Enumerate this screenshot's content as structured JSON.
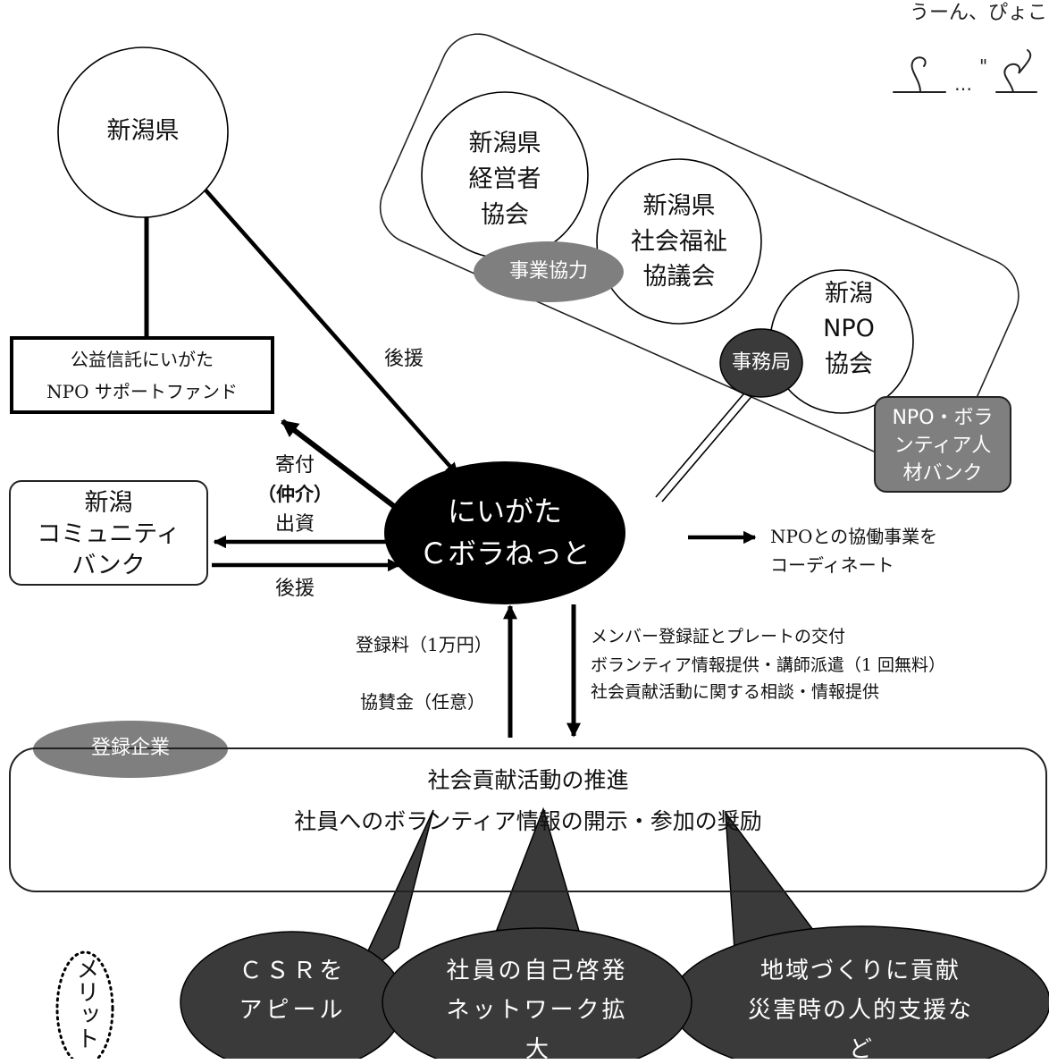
{
  "doodle": {
    "text": "うーん、ぴょこ",
    "dots": "…",
    "marks": "\""
  },
  "nodes": {
    "niigata_pref": "新潟県",
    "keieisha": [
      "新潟県",
      "経営者",
      "協会"
    ],
    "shakyo": [
      "新潟県",
      "社会福祉",
      "協議会"
    ],
    "npo_kyokai": [
      "新潟",
      "NPO",
      "協会"
    ],
    "jigyo_kyoryoku": "事業協力",
    "jimukyoku": "事務局",
    "jinzai_bank": [
      "NPO・ボラ",
      "ンティア人",
      "材バンク"
    ],
    "fund": [
      "公益信託にいがた",
      "NPO サポートファンド"
    ],
    "community_bank": [
      "新潟",
      "コミュニティ",
      "バンク"
    ],
    "center": [
      "にいがた",
      "Ｃボラねっと"
    ],
    "kigyo_tag": "登録企業",
    "kigyo_lines": [
      "社会貢献活動の推進",
      "社員へのボランティア情報の開示・参加の奨励"
    ]
  },
  "labels": {
    "kouen_pref": "後援",
    "kifu": "寄付",
    "chukai": "（仲介）",
    "shusshi": "出資",
    "kouen_bank": "後援",
    "npo_kyodo": [
      "NPOとの協働事業を",
      "コーディネート"
    ],
    "toroku_ryo": "登録料（1万円）",
    "kyosan_kin": "協賛金（任意）",
    "services": [
      "メンバー登録証とプレートの交付",
      "ボランティア情報提供・講師派遣（1 回無料）",
      "社会貢献活動に関する相談・情報提供"
    ]
  },
  "merit": {
    "label": "メリット",
    "bubbles": [
      [
        "ＣＳＲを",
        "アピール"
      ],
      [
        "社員の自己啓発",
        "ネットワーク拡",
        "大"
      ],
      [
        "地域づくりに貢献",
        "災害時の人的支援な",
        "ど"
      ]
    ]
  },
  "colors": {
    "black": "#000000",
    "dark_bubble": "#3a3a3a",
    "grey_tag": "#7f7f7f",
    "white": "#ffffff"
  }
}
